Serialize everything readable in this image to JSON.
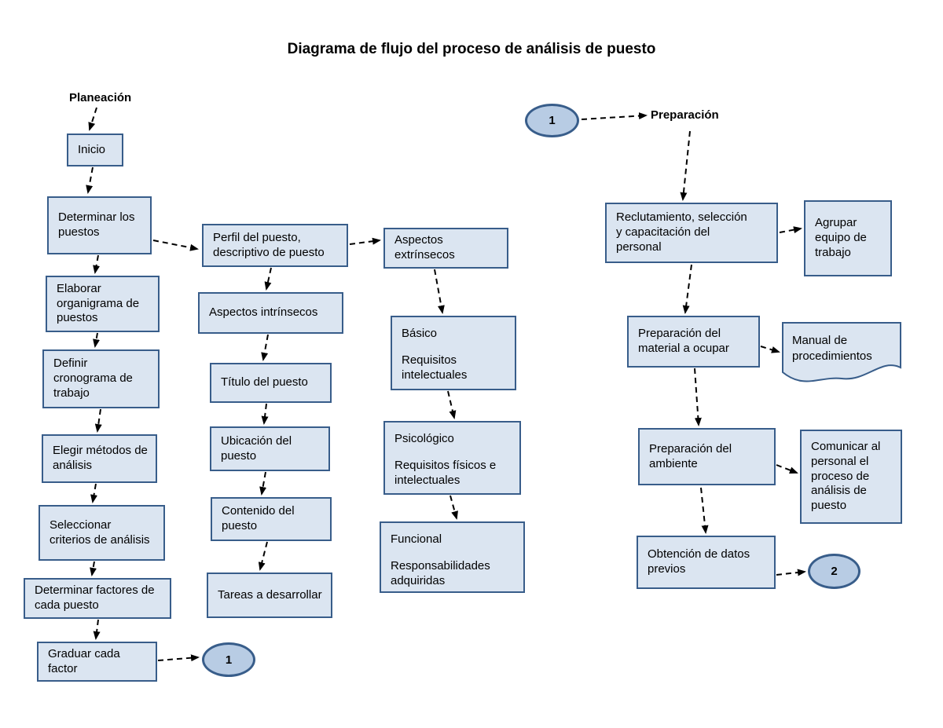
{
  "title": "Diagrama de flujo del proceso de análisis de puesto",
  "colors": {
    "box_fill": "#dbe5f1",
    "box_border": "#385d8a",
    "ellipse_fill": "#b8cce4",
    "arrow_color": "#000000"
  },
  "labels": {
    "planeacion": "Planeación",
    "preparacion": "Preparación"
  },
  "nodes": {
    "inicio": "Inicio",
    "determinar_puestos": "Determinar los puestos",
    "elaborar_organigrama": "Elaborar organigrama de puestos",
    "definir_cronograma": "Definir cronograma de trabajo",
    "elegir_metodos": "Elegir métodos de análisis",
    "seleccionar_criterios": "Seleccionar criterios de análisis",
    "determinar_factores": "Determinar factores de cada puesto",
    "graduar_factor": "Graduar cada factor",
    "perfil_puesto": "Perfil del puesto, descriptivo de puesto",
    "aspectos_intrinsecos": "Aspectos intrínsecos",
    "titulo_puesto": "Título del puesto",
    "ubicacion_puesto": "Ubicación del puesto",
    "contenido_puesto": "Contenido del puesto",
    "tareas_desarrollar": "Tareas a desarrollar",
    "aspectos_extrinsecos": "Aspectos extrínsecos",
    "basico": {
      "line1": "Básico",
      "line2": "Requisitos intelectuales"
    },
    "psicologico": {
      "line1": "Psicológico",
      "line2": "Requisitos físicos e intelectuales"
    },
    "funcional": {
      "line1": "Funcional",
      "line2": "Responsabilidades adquiridas"
    },
    "reclutamiento": "Reclutamiento, selección y capacitación del personal",
    "agrupar_equipo": "Agrupar equipo de trabajo",
    "preparacion_material": "Preparación del material a ocupar",
    "manual_procedimientos": "Manual de procedimientos",
    "preparacion_ambiente": "Preparación del ambiente",
    "comunicar_personal": "Comunicar al personal el proceso de análisis de puesto",
    "obtencion_datos": "Obtención de datos previos"
  },
  "connectors": {
    "c1_bottom": "1",
    "c1_top": "1",
    "c2": "2"
  }
}
